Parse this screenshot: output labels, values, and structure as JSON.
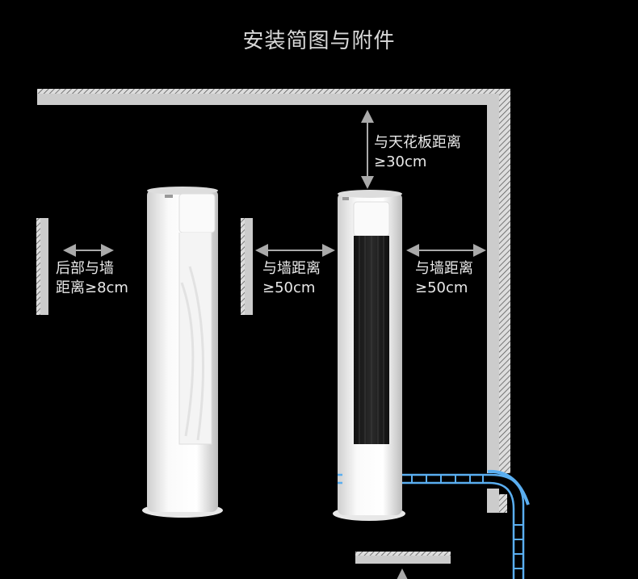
{
  "title": "安装简图与附件",
  "labels": {
    "ceiling": {
      "line1": "与天花板距离",
      "line2": "≥30cm"
    },
    "rear": {
      "line1": "后部与墙",
      "line2": "距离≥8cm"
    },
    "side_left": {
      "line1": "与墙距离",
      "line2": "≥50cm"
    },
    "side_right": {
      "line1": "与墙距离",
      "line2": "≥50cm"
    }
  },
  "colors": {
    "pipe": "#5aaef0",
    "wall": "#cccccc",
    "background": "#000000"
  }
}
